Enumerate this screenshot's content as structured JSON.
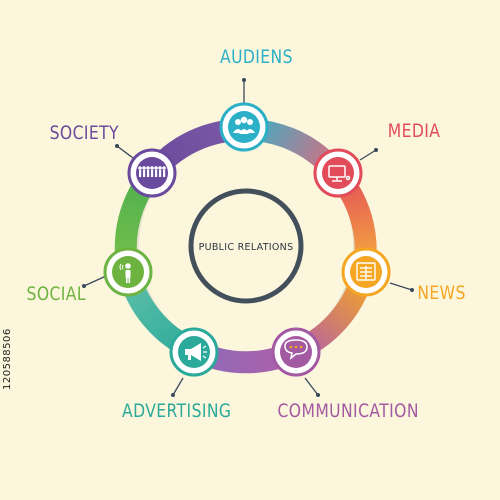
{
  "center": {
    "title": "PUBLIC RELATIONS"
  },
  "segments": [
    {
      "id": "audiens",
      "label": "AUDIENS",
      "color": "#2bb0c7",
      "icon": "audience-group-icon"
    },
    {
      "id": "media",
      "label": "MEDIA",
      "color": "#e24b5a",
      "icon": "computer-media-icon"
    },
    {
      "id": "news",
      "label": "NEWS",
      "color": "#f5a623",
      "icon": "newspaper-icon"
    },
    {
      "id": "communication",
      "label": "COMMUNICATION",
      "color": "#a45aa2",
      "icon": "speech-bubble-icon"
    },
    {
      "id": "advertising",
      "label": "ADVERTISING",
      "color": "#2ba99a",
      "icon": "megaphone-icon"
    },
    {
      "id": "social",
      "label": "SOCIAL",
      "color": "#6db33f",
      "icon": "person-wifi-icon"
    },
    {
      "id": "society",
      "label": "SOCIETY",
      "color": "#6a4a9c",
      "icon": "crowd-icon"
    }
  ],
  "stock_id": "120588506"
}
